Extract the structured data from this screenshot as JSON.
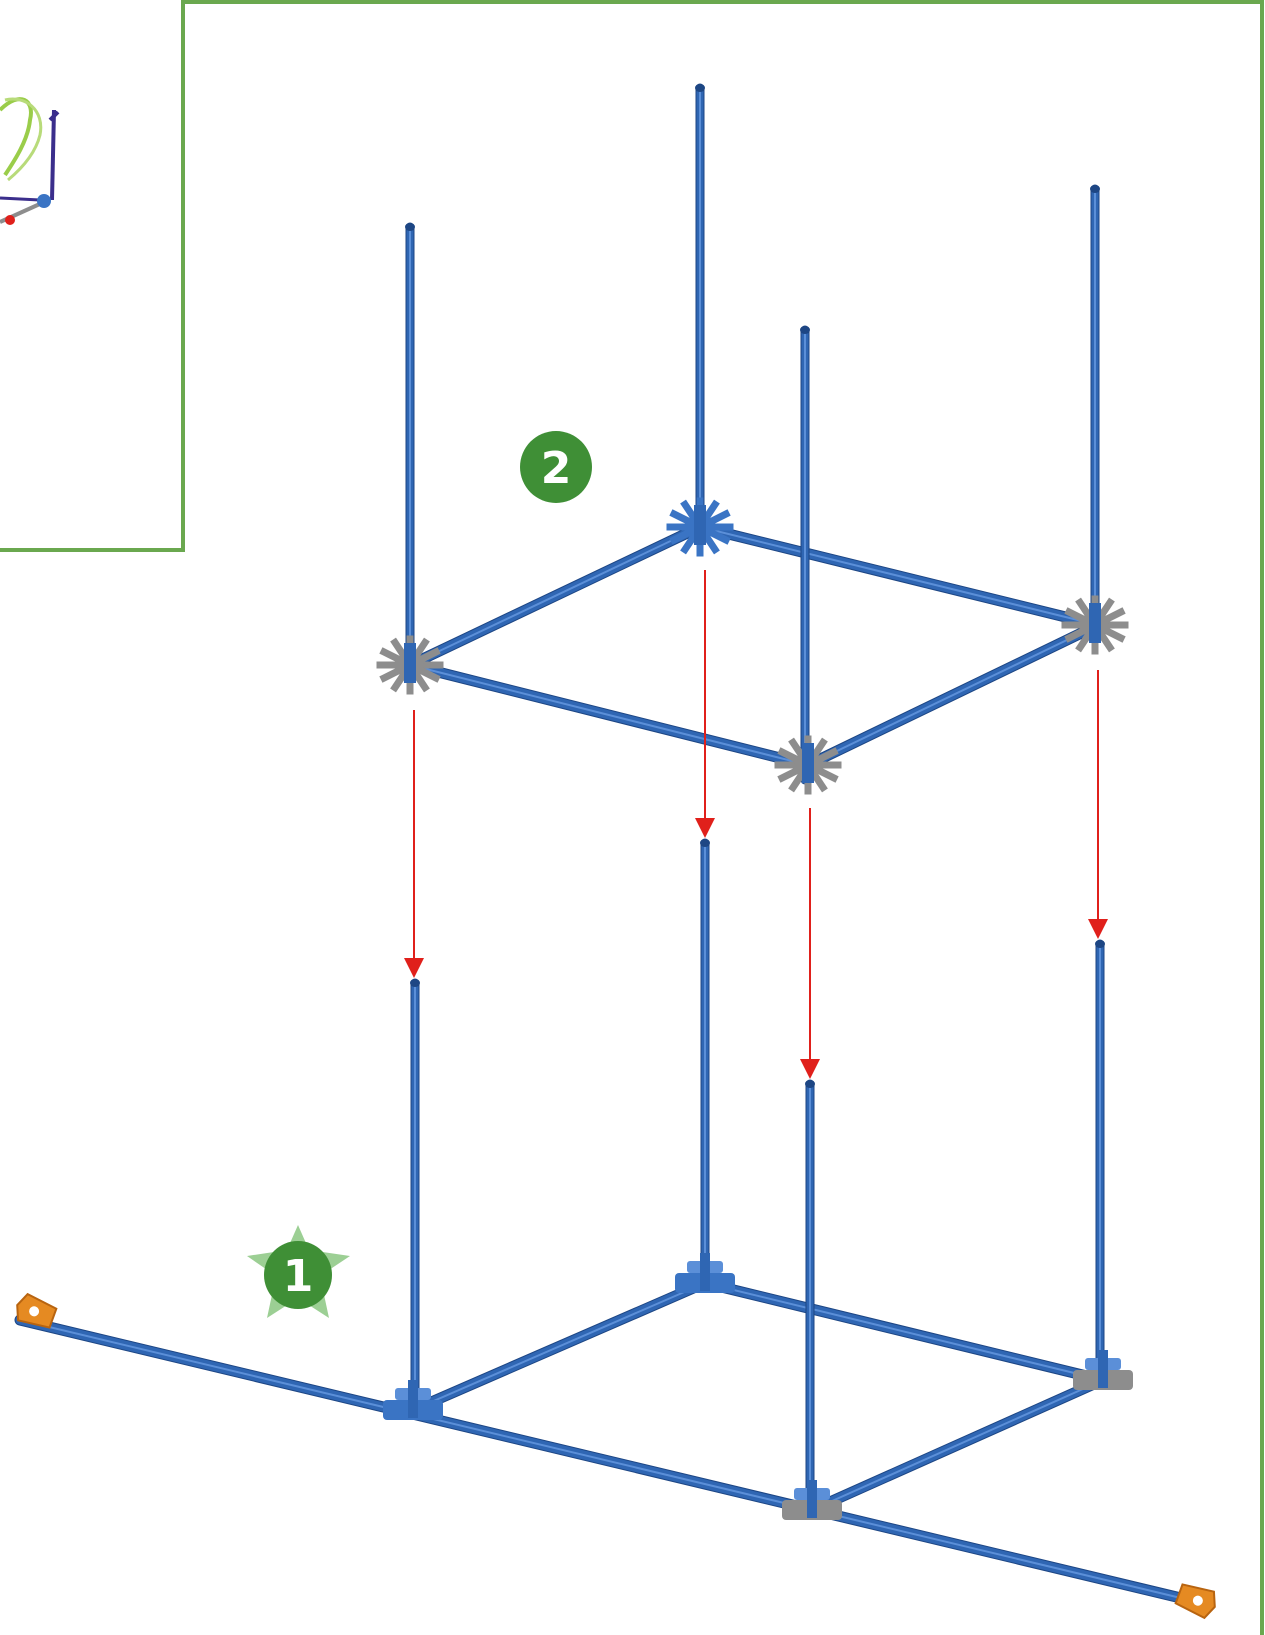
{
  "steps": [
    {
      "id": "step-1",
      "number": "1",
      "badge": "star"
    },
    {
      "id": "step-2",
      "number": "2",
      "badge": "circle"
    }
  ],
  "colors": {
    "frame": "#6aa84f",
    "rod": "#2f66b3",
    "rod_light": "#5b8fd8",
    "rod_dark": "#1d4684",
    "connector_gray": "#8d8d8d",
    "connector_blue": "#3a74c4",
    "arrow": "#e0201b",
    "badge_green": "#3f8f36",
    "badge_star": "#9ccf94",
    "end_cap": "#e58a22",
    "inset_green": "#9acd4a",
    "inset_purple": "#3b2e8c"
  },
  "icons": [
    "green-star-badge",
    "green-circle-badge",
    "red-down-arrow",
    "rod-connector",
    "end-cap"
  ]
}
